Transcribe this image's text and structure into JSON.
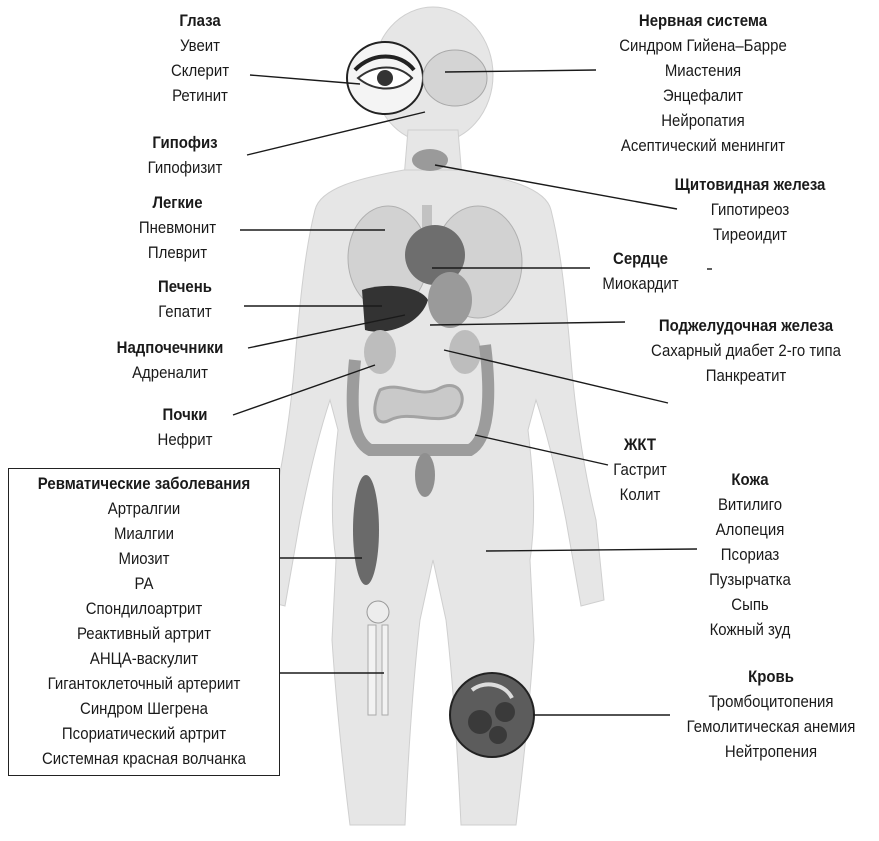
{
  "groups": {
    "eyes": {
      "title": "Глаза",
      "items": [
        "Увеит",
        "Склерит",
        "Ретинит"
      ]
    },
    "pituitary": {
      "title": "Гипофиз",
      "items": [
        "Гипофизит"
      ]
    },
    "lungs": {
      "title": "Легкие",
      "items": [
        "Пневмонит",
        "Плеврит"
      ]
    },
    "liver": {
      "title": "Печень",
      "items": [
        "Гепатит"
      ]
    },
    "adrenal": {
      "title": "Надпочечники",
      "items": [
        "Адреналит"
      ]
    },
    "kidneys": {
      "title": "Почки",
      "items": [
        "Нефрит"
      ]
    },
    "nervous": {
      "title": "Нервная система",
      "items": [
        "Синдром Гийена–Барре",
        "Миастения",
        "Энцефалит",
        "Нейропатия",
        "Асептический менингит"
      ]
    },
    "thyroid": {
      "title": "Щитовидная железа",
      "items": [
        "Гипотиреоз",
        "Тиреоидит"
      ]
    },
    "heart": {
      "title": "Сердце",
      "items": [
        "Миокардит"
      ]
    },
    "pancreas": {
      "title": "Поджелудочная железа",
      "items": [
        "Сахарный диабет 2-го типа",
        "Панкреатит"
      ]
    },
    "gi": {
      "title": "ЖКТ",
      "items": [
        "Гастрит",
        "Колит"
      ]
    },
    "skin": {
      "title": "Кожа",
      "items": [
        "Витилиго",
        "Алопеция",
        "Псориаз",
        "Пузырчатка",
        "Сыпь",
        "Кожный зуд"
      ]
    },
    "blood": {
      "title": "Кровь",
      "items": [
        "Тромбоцитопения",
        "Гемолитическая анемия",
        "Нейтропения"
      ]
    },
    "rheum": {
      "title": "Ревматические заболевания",
      "items": [
        "Артралгии",
        "Миалгии",
        "Миозит",
        "РА",
        "Спондилоартрит",
        "Реактивный артрит",
        "АНЦА-васкулит",
        "Гигантоклеточный артериит",
        "Синдром Шегрена",
        "Псориатический артрит",
        "Системная красная волчанка"
      ]
    }
  },
  "colors": {
    "body": "#e6e6e6",
    "body_outline": "#c9c9c9",
    "leader": "#1a1a1a"
  }
}
